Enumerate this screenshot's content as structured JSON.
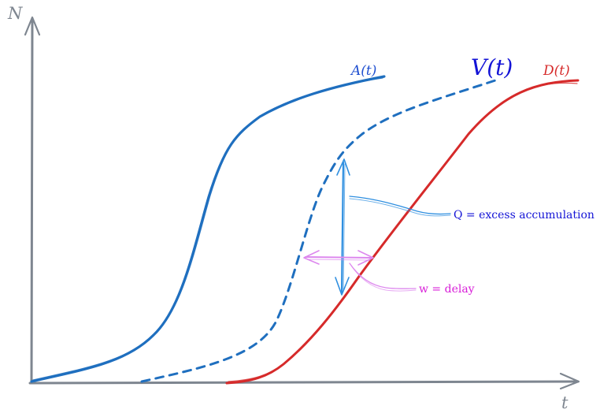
{
  "axes": {
    "y_label": "N",
    "x_label": "t",
    "color": "#7e8690"
  },
  "curves": {
    "arrivals": {
      "label": "A(t)",
      "color": "#1f6fbf"
    },
    "virtual": {
      "label": "V(t)",
      "color": "#1f6fbf"
    },
    "departures": {
      "label": "D(t)",
      "color": "#d62a2a"
    }
  },
  "annotations": {
    "queue": {
      "label": "Q = excess accumulation",
      "color": "#2f8fe0",
      "text_color": "#1414d6"
    },
    "delay": {
      "label": "w = delay",
      "color": "#dd88ee",
      "text_color": "#d81fd8"
    }
  }
}
